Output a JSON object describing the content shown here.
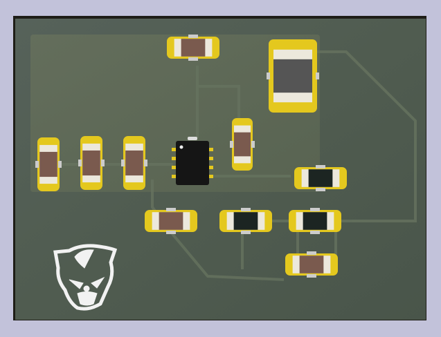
{
  "viewer": {
    "background_color": "#c2c2da",
    "board_color": "#4f5c50",
    "board_edge_color": "#1e1d17",
    "silkscreen_zone_color": "#5f6b58",
    "trace_color": "#647260",
    "pad_color": "#e4c81e",
    "logo_color": "#f2f2f2",
    "logo_icon": "panther-head-icon"
  },
  "components": [
    {
      "kind": "resistor",
      "orientation": "horizontal",
      "body_color": "#7a5a4e"
    },
    {
      "kind": "inductor",
      "orientation": "vertical",
      "body_color": "#555555"
    },
    {
      "kind": "resistor",
      "orientation": "vertical",
      "body_color": "#7a5a4e"
    },
    {
      "kind": "resistor",
      "orientation": "vertical",
      "body_color": "#7a5a4e"
    },
    {
      "kind": "resistor",
      "orientation": "vertical",
      "body_color": "#7a5a4e"
    },
    {
      "kind": "ic-soic8",
      "orientation": "vertical",
      "body_color": "#151515"
    },
    {
      "kind": "resistor",
      "orientation": "vertical",
      "body_color": "#7a5a4e"
    },
    {
      "kind": "capacitor",
      "orientation": "horizontal",
      "body_color": "#1c2522"
    },
    {
      "kind": "resistor",
      "orientation": "horizontal",
      "body_color": "#7a5a4e"
    },
    {
      "kind": "capacitor",
      "orientation": "horizontal",
      "body_color": "#1c2522"
    },
    {
      "kind": "capacitor",
      "orientation": "horizontal",
      "body_color": "#1c2522"
    },
    {
      "kind": "resistor",
      "orientation": "horizontal",
      "body_color": "#7a5a4e"
    }
  ]
}
